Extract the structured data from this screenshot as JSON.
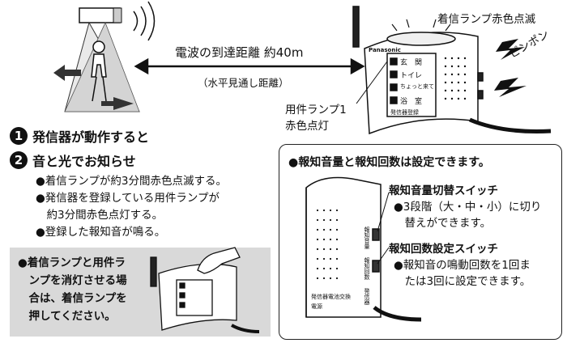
{
  "top": {
    "range_label": "電波の到達距離 約40m",
    "range_sub": "（水平見通し距離）",
    "lamp_blink_label": "着信ランプ赤色点滅",
    "sound_label": "ピンポン",
    "lamp1_label_line1": "用件ランプ1",
    "lamp1_label_line2": "赤色点灯",
    "receiver_brand": "Panasonic",
    "receiver_buttons": [
      "玄　関",
      "トイレ",
      "ちょっと来て",
      "浴　室"
    ],
    "receiver_bottom_label": "発信器登録"
  },
  "steps": [
    {
      "num": "1",
      "label": "発信器が動作すると"
    },
    {
      "num": "2",
      "label": "音と光でお知らせ"
    }
  ],
  "bullets": [
    "●着信ランプが約3分間赤色点滅する。",
    "●発信器を登録している用件ランプが",
    "　約3分間赤色点灯する。",
    "●登録した報知音が鳴る。"
  ],
  "gray_note": [
    "●着信ランプと用件ラ",
    "　ンプを消灯させる場",
    "　合は、着信ランプを",
    "　押してください。"
  ],
  "settings_box": {
    "title": "●報知音量と報知回数は設定できます。",
    "volume_title": "報知音量切替スイッチ",
    "volume_desc": [
      "●3段階（大・中・小）に切り",
      "　替えができます。"
    ],
    "count_title": "報知回数設定スイッチ",
    "count_desc": [
      "●報知音の鳴動回数を1回ま",
      "　たは3回に設定できます。"
    ],
    "side_label_volume": "報知音量",
    "side_label_count": "報知回数",
    "side_label_transmitter": "発信器",
    "bottom_label_battery": "発信器電池交換",
    "bottom_label_power": "電源"
  },
  "colors": {
    "ink": "#111111",
    "gray_panel": "#d9d9d9"
  }
}
